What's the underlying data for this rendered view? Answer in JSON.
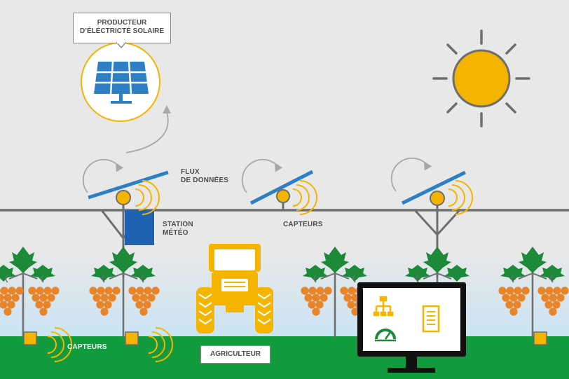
{
  "labels": {
    "solar_producer": "PRODUCTEUR\nD’ÉLÉCTRICTÉ SOLAIRE",
    "data_flow": "FLUX\nDE DONNÉES",
    "weather_station": "STATION\nMÉTÉO",
    "sensors_top": "CAPTEURS",
    "sensors_ground": "CAPTEURS",
    "farmer": "AGRICULTEUR"
  },
  "colors": {
    "background": "#e8e8e8",
    "ground": "#119b3c",
    "sky_gradient_bottom": "#cfe6f5",
    "wire": "#6e6e6e",
    "solar_blue": "#2f7fc4",
    "accent_yellow": "#f5b400",
    "grape_orange": "#e8852a",
    "leaf_green": "#1d8a3a",
    "monitor_frame": "#111111",
    "station_blue": "#1f63b0"
  },
  "icons": [
    "solar-panel-icon",
    "sun-icon",
    "tractor-icon",
    "monitor-icon",
    "network-icon",
    "gauge-icon",
    "document-icon",
    "wireless-signal-icon",
    "sensor-icon",
    "grape-vine-icon"
  ]
}
